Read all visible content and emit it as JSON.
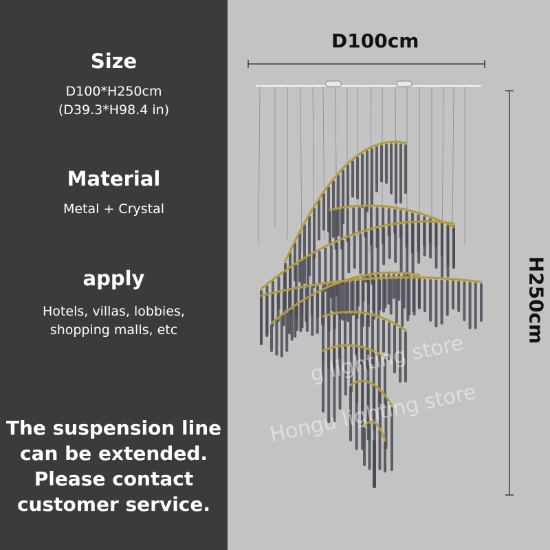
{
  "size": {
    "heading": "Size",
    "line1": "D100*H250cm",
    "line2": "(D39.3*H98.4 in)"
  },
  "material": {
    "heading": "Material",
    "value": "Metal + Crystal"
  },
  "apply": {
    "heading": "apply",
    "line1": "Hotels, villas, lobbies,",
    "line2": "shopping malls, etc"
  },
  "notice": {
    "line1": "The suspension line",
    "line2": "can be extended.",
    "line3": "Please contact",
    "line4": "customer service."
  },
  "dimensions": {
    "width_label": "D100cm",
    "height_label": "H250cm"
  },
  "watermark": {
    "line1": "g lighting store",
    "line2": "Hongu lighting store"
  },
  "colors": {
    "left_panel": "#3b3b3b",
    "right_panel": "#c3c3c3",
    "crystal": "#4a4a55",
    "frame": "#b59a3a"
  }
}
